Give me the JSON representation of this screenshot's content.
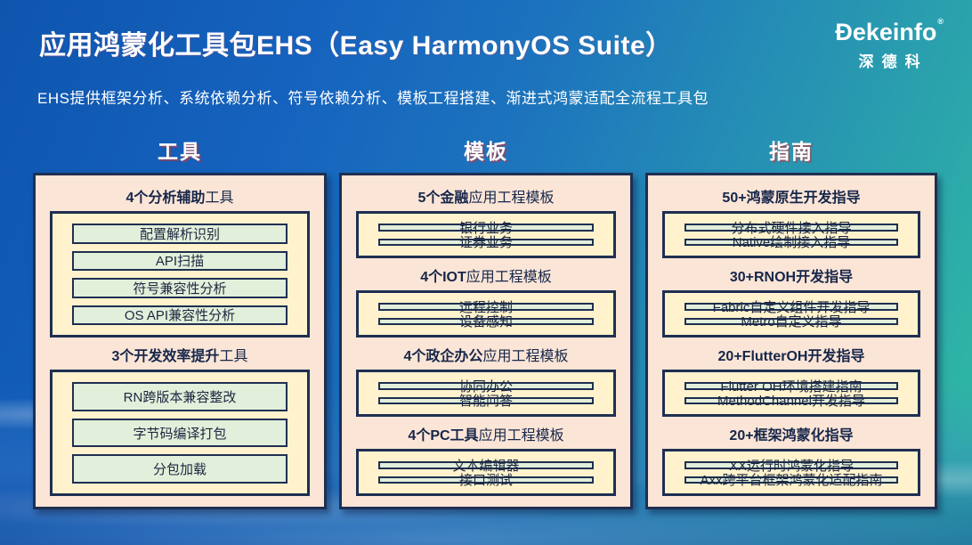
{
  "title": "应用鸿蒙化工具包EHS（Easy HarmonyOS Suite）",
  "subtitle": "EHS提供框架分析、系统依赖分析、符号依赖分析、模板工程搭建、渐进式鸿蒙适配全流程工具包",
  "logo": {
    "brand": "Ðekeinfo",
    "registered": "®",
    "chinese": "深德科"
  },
  "colors": {
    "bg_blue": "#1563be",
    "bg_teal": "#2fb7a4",
    "panel_bg": "#fbe5d6",
    "section_bg": "#fff2cc",
    "item_bg": "#e2efda",
    "border_navy": "#1f2f52",
    "header_shadow_red": "#d03030",
    "text_white": "#ffffff"
  },
  "columns": [
    {
      "header": "工具",
      "sections": [
        {
          "title_strong": "4个分析辅助",
          "title_rest": "工具",
          "items": [
            "配置解析识别",
            "API扫描",
            "符号兼容性分析",
            "OS API兼容性分析"
          ]
        },
        {
          "title_strong": "3个开发效率提升",
          "title_rest": "工具",
          "items": [
            "RN跨版本兼容整改",
            "字节码编译打包",
            "分包加载"
          ]
        }
      ]
    },
    {
      "header": "模板",
      "sections": [
        {
          "title_strong": "5个金融",
          "title_rest": "应用工程模板",
          "items": [
            "银行业务",
            "证券业务"
          ]
        },
        {
          "title_strong": "4个IOT",
          "title_rest": "应用工程模板",
          "items": [
            "远程控制",
            "设备感知"
          ]
        },
        {
          "title_strong": "4个政企办公",
          "title_rest": "应用工程模板",
          "items": [
            "协同办公",
            "智能问答"
          ]
        },
        {
          "title_strong": "4个PC工具",
          "title_rest": "应用工程模板",
          "items": [
            "文本编辑器",
            "接口测试"
          ]
        }
      ]
    },
    {
      "header": "指南",
      "sections": [
        {
          "title_strong": "50+鸿蒙原生开发指导",
          "title_rest": "",
          "items": [
            "分布式硬件接入指导",
            "Native绘制接入指导"
          ]
        },
        {
          "title_strong": "30+RNOH开发指导",
          "title_rest": "",
          "items": [
            "Fabric自定义组件开发指导",
            "Metro自定义指导"
          ]
        },
        {
          "title_strong": "20+FlutterOH开发指导",
          "title_rest": "",
          "items": [
            "Flutter OH环境搭建指南",
            "MethodChannel开发指导"
          ]
        },
        {
          "title_strong": "20+框架鸿蒙化指导",
          "title_rest": "",
          "items": [
            "XX运行时鸿蒙化指导",
            "Axx跨平台框架鸿蒙化适配指南"
          ]
        }
      ]
    }
  ]
}
